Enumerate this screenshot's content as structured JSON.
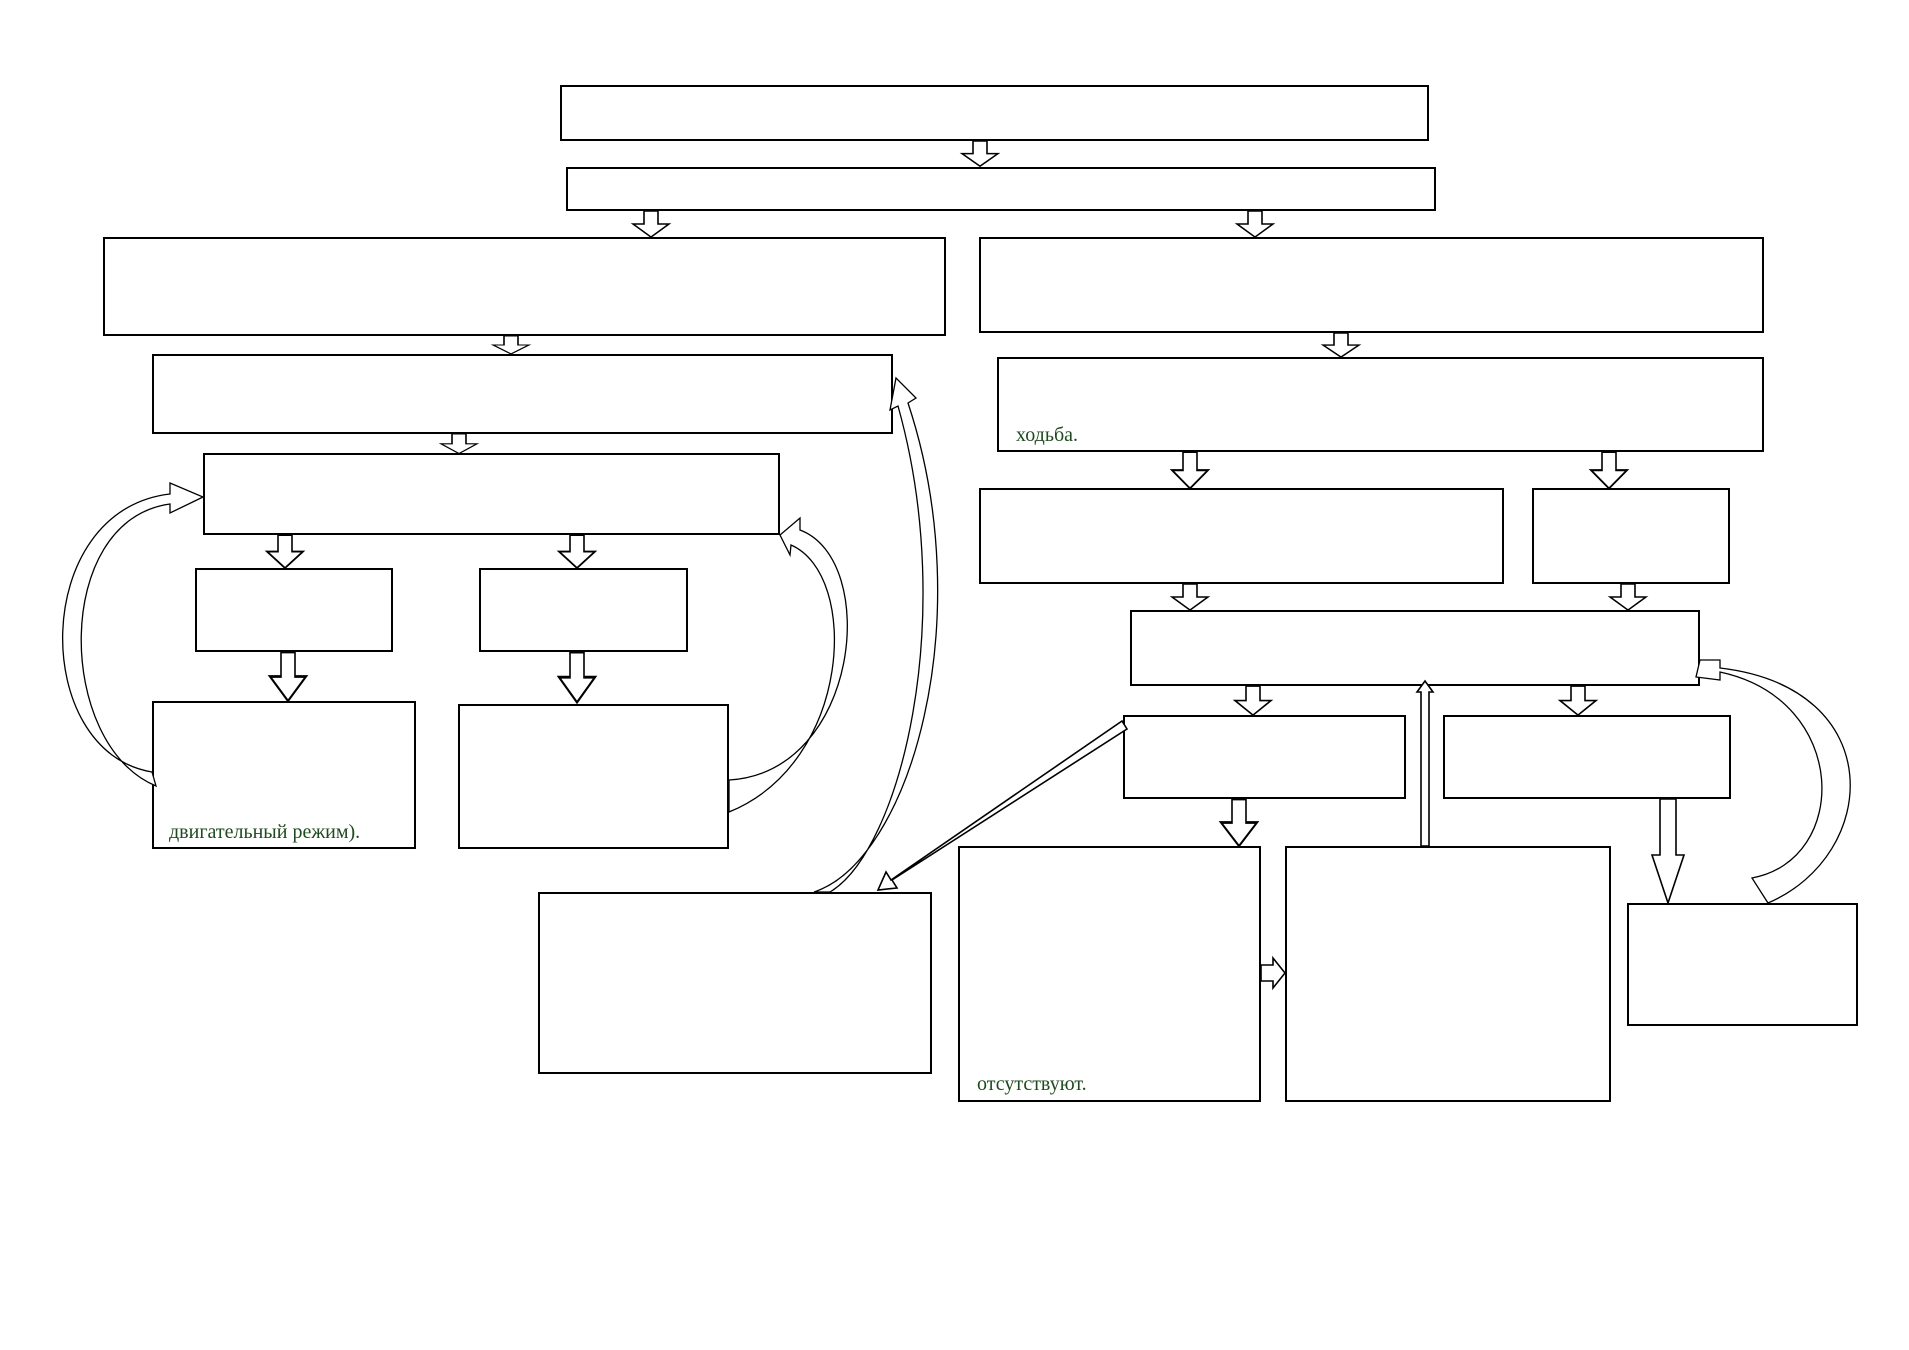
{
  "diagram": {
    "fragments": {
      "walking": "ходьба.",
      "motor_regime": "двигательный режим).",
      "absent": "отсутствуют."
    }
  }
}
